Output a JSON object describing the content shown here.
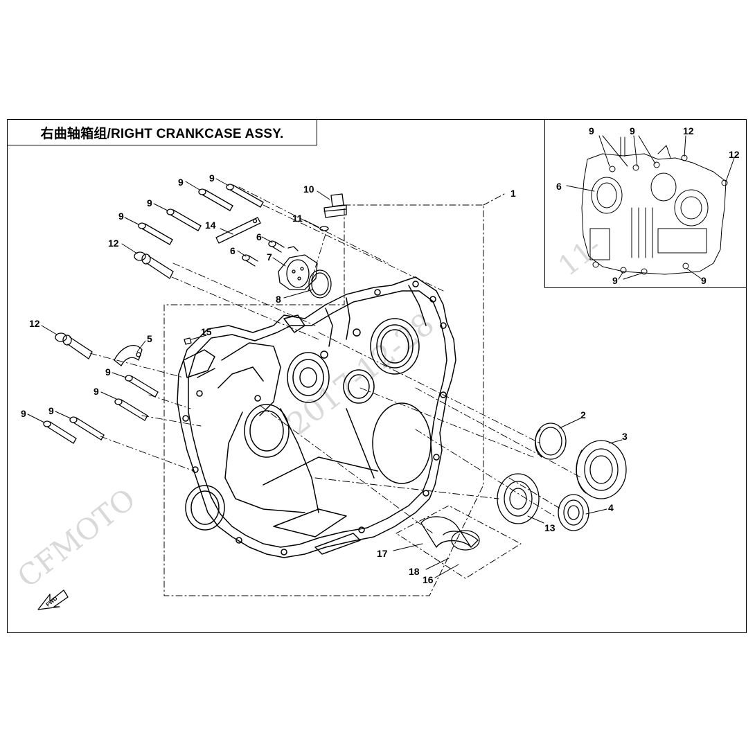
{
  "title": "右曲轴箱组/RIGHT CRANKCASE ASSY.",
  "watermark": {
    "brand": "CFMOTO",
    "date": "2017-12-28",
    "inset_date": "11-"
  },
  "fwd_label": "FWD",
  "callouts": {
    "c1": "1",
    "c2": "2",
    "c3": "3",
    "c4": "4",
    "c5": "5",
    "c6a": "6",
    "c6b": "6",
    "c7": "7",
    "c8": "8",
    "c9a": "9",
    "c9b": "9",
    "c9c": "9",
    "c9d": "9",
    "c9e": "9",
    "c9f": "9",
    "c9g": "9",
    "c9h": "9",
    "c10": "10",
    "c11": "11",
    "c12a": "12",
    "c12b": "12",
    "c13": "13",
    "c14": "14",
    "c15": "15",
    "c16": "16",
    "c17": "17",
    "c18": "18",
    "i9a": "9",
    "i9b": "9",
    "i9c": "9",
    "i9d": "9",
    "i12a": "12",
    "i12b": "12",
    "i6": "6"
  },
  "colors": {
    "line": "#000000",
    "watermark": "#d9d9d9",
    "background": "#ffffff"
  }
}
